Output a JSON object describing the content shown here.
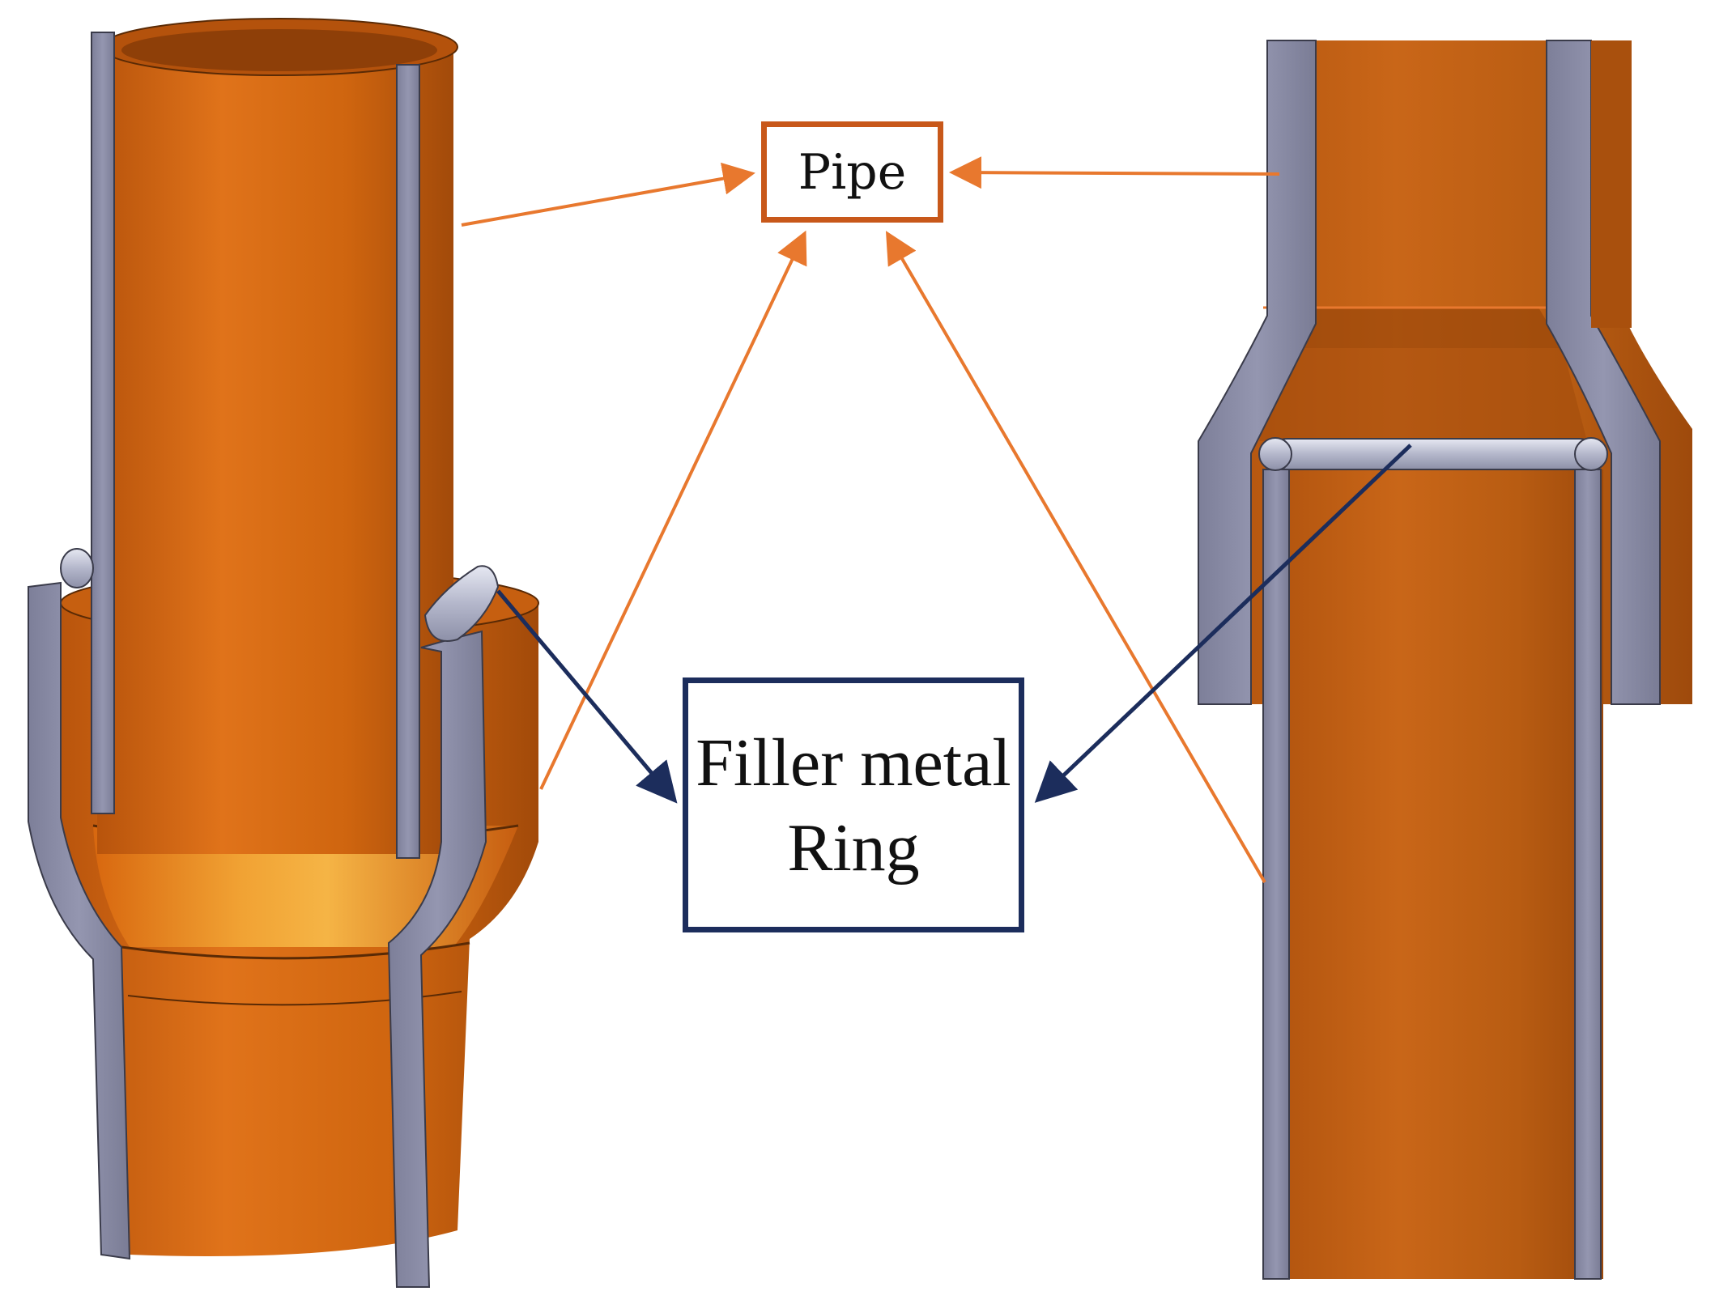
{
  "labels": {
    "pipe": "Pipe",
    "filler_line1": "Filler metal",
    "filler_line2": "Ring"
  },
  "colors": {
    "copper": "#d4650f",
    "copper_dark": "#a94d0c",
    "copper_light": "#f0a040",
    "steel_gray": "#8a8ca6",
    "orange_arrow": "#e8782e",
    "navy_arrow": "#1c2d5c",
    "pipe_box_border": "#c8581a",
    "filler_box_border": "#1c2d5c"
  }
}
